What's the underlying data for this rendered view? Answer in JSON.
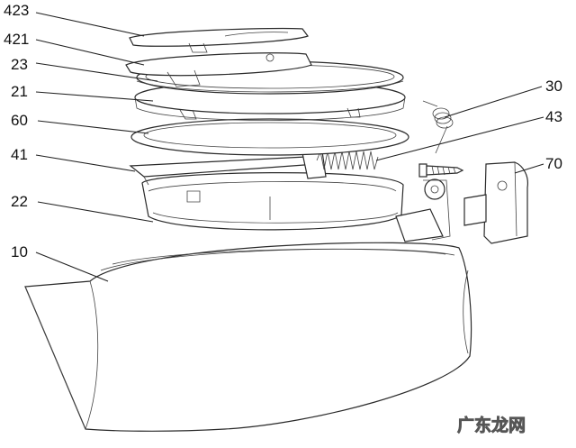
{
  "labels": {
    "l423": "423",
    "l421": "421",
    "l23": "23",
    "l21": "21",
    "l60": "60",
    "l41": "41",
    "l22": "22",
    "l10": "10",
    "l30": "30",
    "l43": "43",
    "l70": "70"
  },
  "watermark": "广东龙网"
}
